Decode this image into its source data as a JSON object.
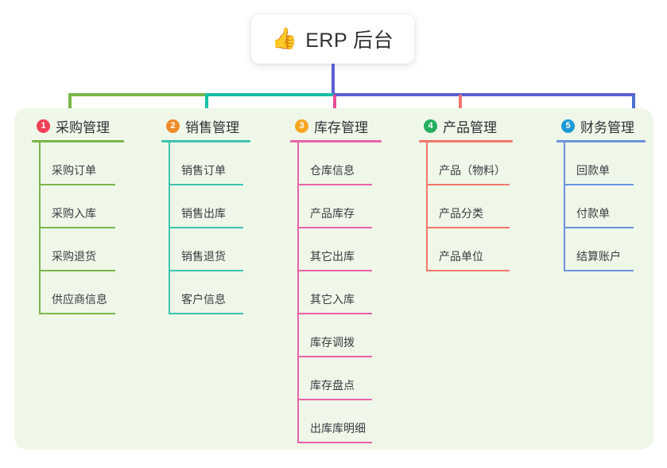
{
  "root": {
    "icon": "thumbs-up-icon",
    "emoji": "👍",
    "title": "ERP 后台"
  },
  "colors": {
    "panel_bg": "#eff7e9",
    "trunk": "#5b5fd1",
    "bus_seg_1": "#7ab648",
    "bus_seg_2": "#15bfa5",
    "bus_seg_3": "#5b5fd1"
  },
  "columns": [
    {
      "number": "1",
      "title": "采购管理",
      "badge_color": "#ef4056",
      "line_color": "#7ab648",
      "items": [
        "采购订单",
        "采购入库",
        "采购退货",
        "供应商信息"
      ]
    },
    {
      "number": "2",
      "title": "销售管理",
      "badge_color": "#f08b2a",
      "line_color": "#3dc3b0",
      "items": [
        "销售订单",
        "销售出库",
        "销售退货",
        "客户信息"
      ]
    },
    {
      "number": "3",
      "title": "库存管理",
      "badge_color": "#f6a823",
      "line_color": "#e863a8",
      "items": [
        "仓库信息",
        "产品库存",
        "其它出库",
        "其它入库",
        "库存调拨",
        "库存盘点",
        "出库库明细"
      ]
    },
    {
      "number": "4",
      "title": "产品管理",
      "badge_color": "#25ae60",
      "line_color": "#f4766d",
      "items": [
        "产品（物料）",
        "产品分类",
        "产品单位"
      ]
    },
    {
      "number": "5",
      "title": "财务管理",
      "badge_color": "#1b9ad6",
      "line_color": "#6b92dd",
      "items": [
        "回款单",
        "付款单",
        "结算账户"
      ]
    }
  ]
}
